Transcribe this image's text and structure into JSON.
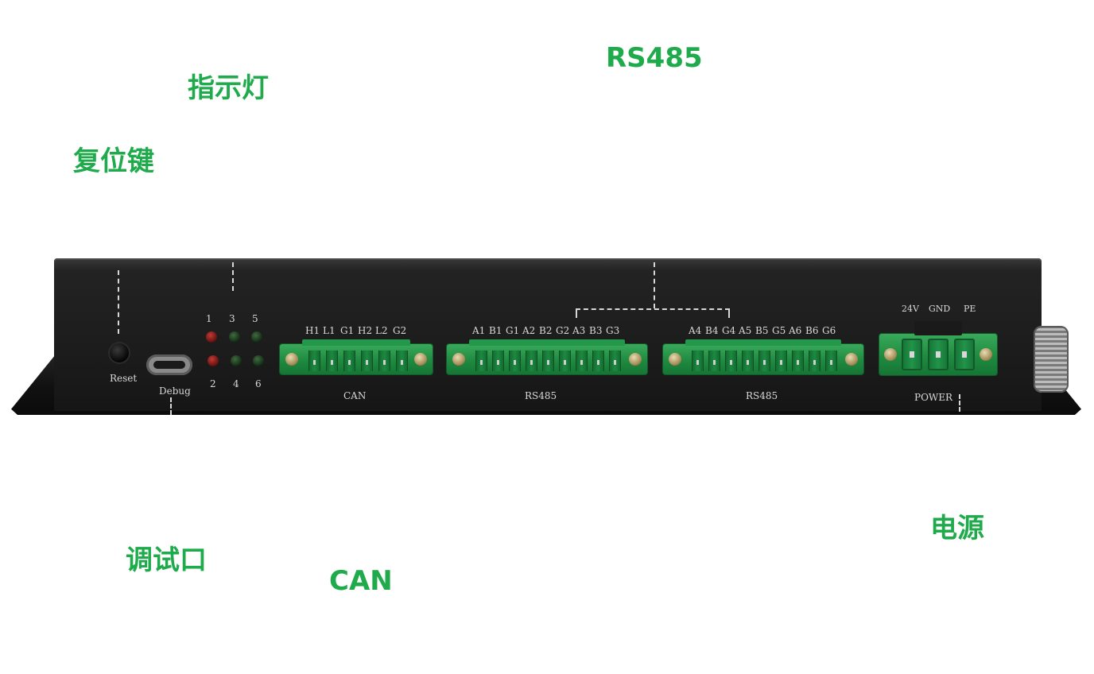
{
  "callouts": {
    "indicator_lights": "指示灯",
    "rs485": "RS485",
    "reset_key": "复位键",
    "debug_port": "调试口",
    "can": "CAN",
    "power": "电源"
  },
  "device": {
    "reset_label": "Reset",
    "debug_label": "Debug",
    "led_numbers_top": [
      "1",
      "3",
      "5"
    ],
    "led_numbers_bottom": [
      "2",
      "4",
      "6"
    ],
    "led_colors": {
      "red": "#c23a33",
      "green": "#2f5d34"
    },
    "can": {
      "pins": [
        "H1",
        "L1",
        "G1",
        "H2",
        "L2",
        "G2"
      ],
      "label": "CAN"
    },
    "rs485_a": {
      "pins": [
        "A1",
        "B1",
        "G1",
        "A2",
        "B2",
        "G2",
        "A3",
        "B3",
        "G3"
      ],
      "label": "RS485"
    },
    "rs485_b": {
      "pins": [
        "A4",
        "B4",
        "G4",
        "A5",
        "B5",
        "G5",
        "A6",
        "B6",
        "G6"
      ],
      "label": "RS485"
    },
    "power": {
      "pins": [
        "24V",
        "GND",
        "PE"
      ],
      "label": "POWER"
    }
  },
  "colors": {
    "callout_green": "#1faa4b",
    "terminal_green": "#1f8a40"
  }
}
